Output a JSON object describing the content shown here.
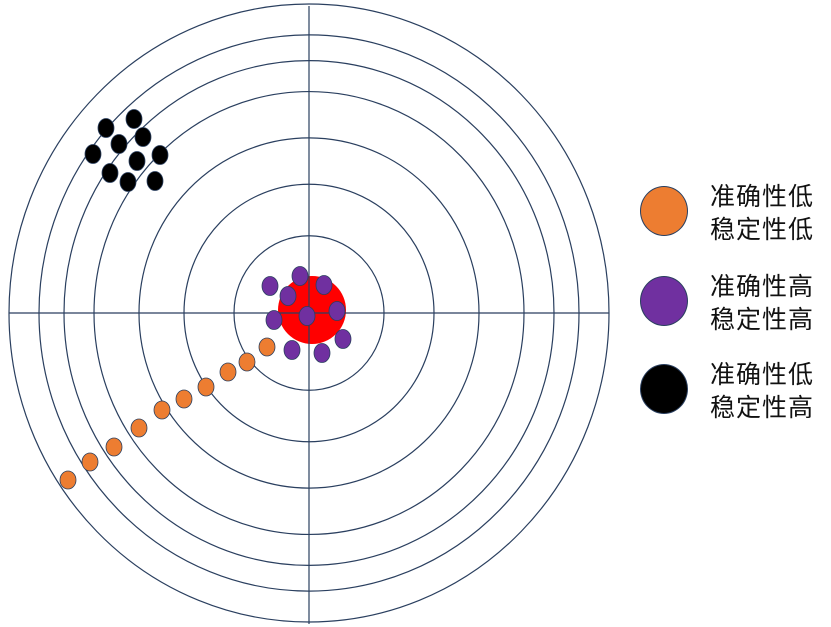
{
  "colors": {
    "ring": "#2a3f5f",
    "bullseye": "#ff0000",
    "orange": "#ed7d31",
    "purple": "#7030a0",
    "black": "#000000"
  },
  "legend": [
    {
      "line1": "准确性低",
      "line2": "稳定性低",
      "color": "#ed7d31"
    },
    {
      "line1": "准确性高",
      "line2": "稳定性高",
      "color": "#7030a0"
    },
    {
      "line1": "准确性低",
      "line2": "稳定性高",
      "color": "#000000"
    }
  ]
}
